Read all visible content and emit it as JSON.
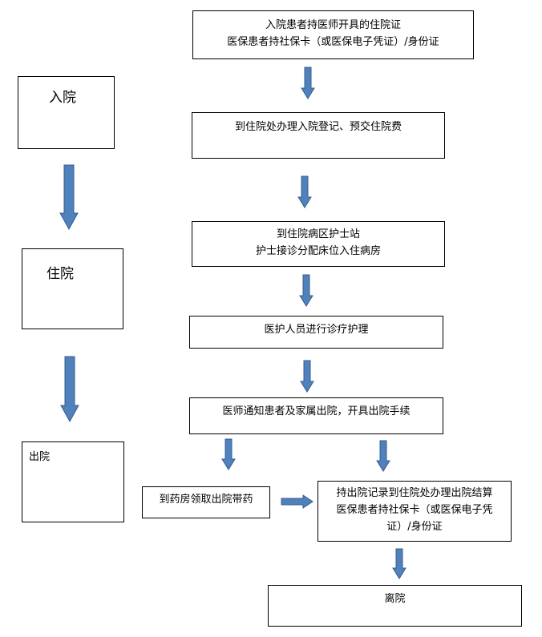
{
  "stages": {
    "admit": "入院",
    "stay": "住院",
    "discharge": "出院"
  },
  "steps": {
    "step1": [
      "入院患者持医师开具的住院证",
      "医保患者持社保卡（或医保电子凭证）/身份证"
    ],
    "step2": [
      "到住院处办理入院登记、预交住院费"
    ],
    "step3": [
      "到住院病区护士站",
      "护士接诊分配床位入住病房"
    ],
    "step4": [
      "医护人员进行诊疗护理"
    ],
    "step5": [
      "医师通知患者及家属出院，开具出院手续"
    ],
    "step6": [
      "到药房领取出院带药"
    ],
    "step7": [
      "持出院记录到住院处办理出院结算",
      "医保患者持社保卡（或医保电子凭",
      "证）/身份证"
    ],
    "step8": [
      "离院"
    ]
  },
  "colors": {
    "arrow_fill": "#4f81bd",
    "arrow_stroke": "#385d8a"
  }
}
